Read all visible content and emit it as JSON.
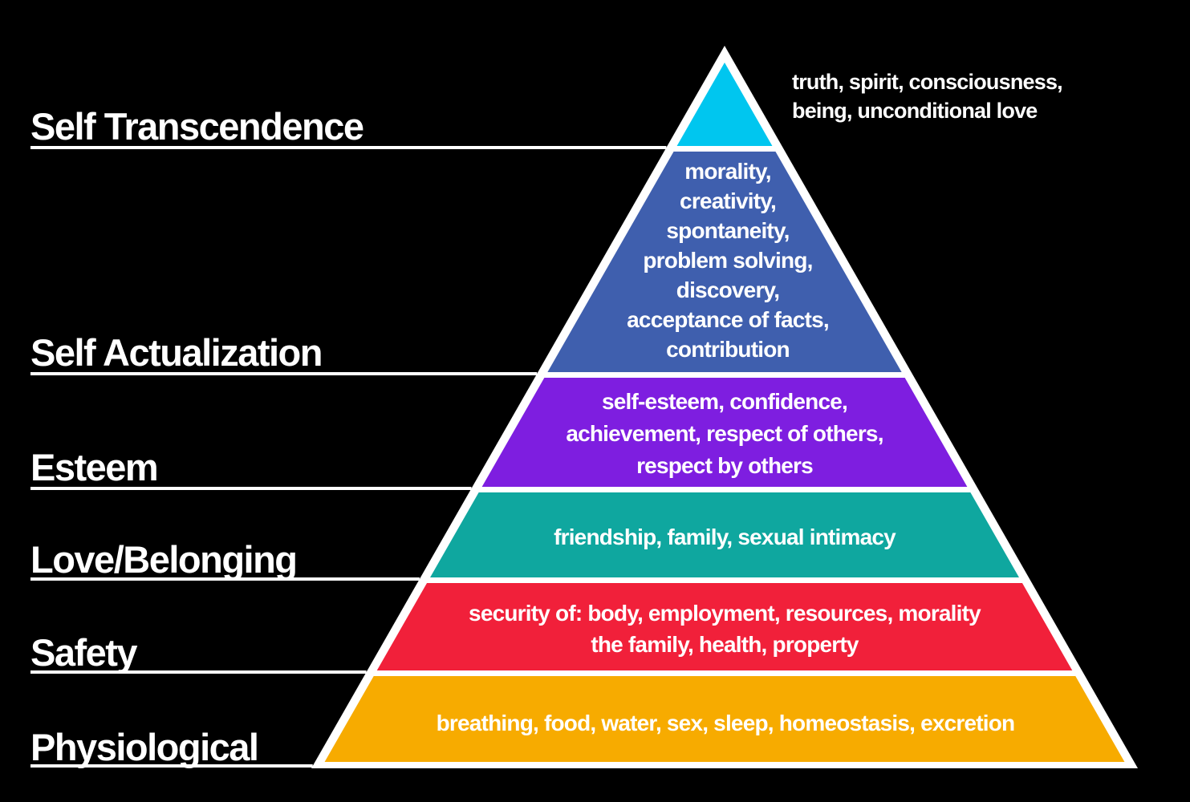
{
  "title": "Maslow's hierarchy of needs",
  "levels": [
    {
      "name": "Self Transcendence",
      "color": "#00c6ef",
      "text": []
    },
    {
      "name": "Self Actualization",
      "color": "#3f5fae",
      "text": [
        "morality,",
        "creativity,",
        "spontaneity,",
        "problem solving,",
        "discovery,",
        "acceptance of facts,",
        "contribution"
      ]
    },
    {
      "name": "Esteem",
      "color": "#7e1ee0",
      "text": [
        "self-esteem, confidence,",
        "achievement, respect of others,",
        "respect by others"
      ]
    },
    {
      "name": "Love/Belonging",
      "color": "#0fa79f",
      "text": [
        "friendship, family, sexual intimacy"
      ]
    },
    {
      "name": "Safety",
      "color": "#f1203a",
      "text": [
        "security of: body, employment, resources, morality",
        "the family, health, property"
      ]
    },
    {
      "name": "Physiological",
      "color": "#f7ab00",
      "text": [
        "breathing, food, water, sex, sleep, homeostasis, excretion"
      ]
    }
  ],
  "transcendence_note": [
    "truth, spirit, consciousness,",
    "being, unconditional love"
  ]
}
